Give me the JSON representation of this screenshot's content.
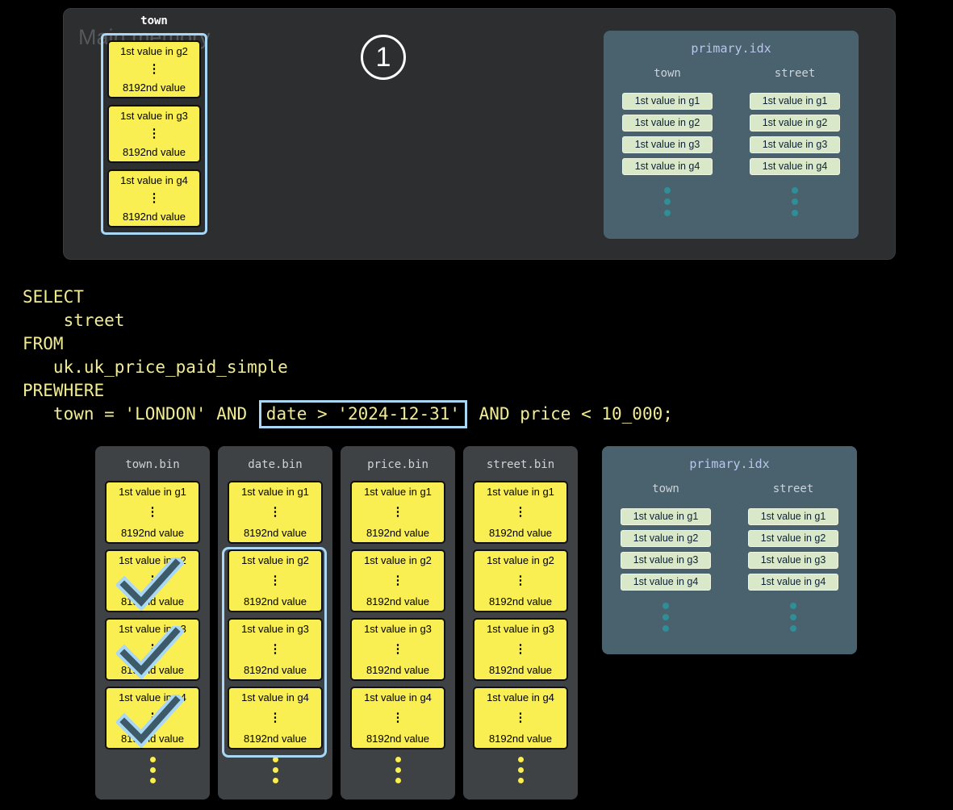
{
  "colors": {
    "accent_blue": "#a9d7f5",
    "granule_yellow": "#f9ee52",
    "index_entry_green": "#dae8ca",
    "teal_dot": "#2f8e96",
    "check_dark": "#3c5a68",
    "panel_dark": "#2c2e2f",
    "bin_panel_gray": "#3f4244",
    "index_panel_slate": "#4a626e",
    "sql_yellow": "#f1ec94"
  },
  "ellipsis": "⋮",
  "main_memory": {
    "label": "Main memory",
    "step_badge": "1",
    "column_label": "town",
    "granules": [
      {
        "first": "1st value in g2",
        "last": "8192nd value"
      },
      {
        "first": "1st value in g3",
        "last": "8192nd value"
      },
      {
        "first": "1st value in g4",
        "last": "8192nd value"
      }
    ]
  },
  "primary_idx": {
    "title": "primary.idx",
    "columns": [
      {
        "header": "town",
        "entries": [
          "1st value in g1",
          "1st value in g2",
          "1st value in g3",
          "1st value in g4"
        ]
      },
      {
        "header": "street",
        "entries": [
          "1st value in g1",
          "1st value in g2",
          "1st value in g3",
          "1st value in g4"
        ]
      }
    ]
  },
  "sql": {
    "line1": "SELECT",
    "line2": "    street",
    "line3": "FROM",
    "line4": "   uk.uk_price_paid_simple",
    "line5": "PREWHERE",
    "line6_prefix": "   town = 'LONDON' AND ",
    "line6_boxed": "date > '2024-12-31'",
    "line6_suffix": " AND price < 10_000;"
  },
  "bin_files": [
    {
      "name": "town.bin",
      "granules": [
        {
          "first": "1st value in g1",
          "last": "8192nd value",
          "checked": false
        },
        {
          "first": "1st value in g2",
          "last": "8192nd value",
          "checked": true
        },
        {
          "first": "1st value in g3",
          "last": "8192nd value",
          "checked": true
        },
        {
          "first": "1st value in g4",
          "last": "8192nd value",
          "checked": true
        }
      ]
    },
    {
      "name": "date.bin",
      "outlined_granules": "g2 to g4",
      "granules": [
        {
          "first": "1st value in g1",
          "last": "8192nd value",
          "checked": false
        },
        {
          "first": "1st value in g2",
          "last": "8192nd value",
          "checked": false
        },
        {
          "first": "1st value in g3",
          "last": "8192nd value",
          "checked": false
        },
        {
          "first": "1st value in g4",
          "last": "8192nd value",
          "checked": false
        }
      ]
    },
    {
      "name": "price.bin",
      "granules": [
        {
          "first": "1st value in g1",
          "last": "8192nd value",
          "checked": false
        },
        {
          "first": "1st value in g2",
          "last": "8192nd value",
          "checked": false
        },
        {
          "first": "1st value in g3",
          "last": "8192nd value",
          "checked": false
        },
        {
          "first": "1st value in g4",
          "last": "8192nd value",
          "checked": false
        }
      ]
    },
    {
      "name": "street.bin",
      "granules": [
        {
          "first": "1st value in g1",
          "last": "8192nd value",
          "checked": false
        },
        {
          "first": "1st value in g2",
          "last": "8192nd value",
          "checked": false
        },
        {
          "first": "1st value in g3",
          "last": "8192nd value",
          "checked": false
        },
        {
          "first": "1st value in g4",
          "last": "8192nd value",
          "checked": false
        }
      ]
    }
  ]
}
